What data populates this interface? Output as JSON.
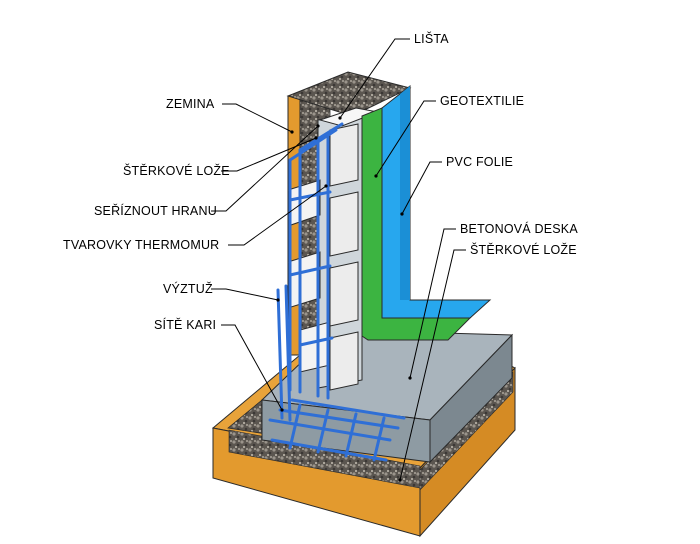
{
  "labels": {
    "lista": "LIŠTA",
    "zemina": "ZEMINA",
    "geotextilie": "GEOTEXTILIE",
    "sterkove_loze_top": "ŠTĚRKOVÉ LOŽE",
    "pvc_folie": "PVC FOLIE",
    "seriznout_hranu": "SEŘÍZNOUT HRANU",
    "betonova_deska": "BETONOVÁ DESKA",
    "tvarovky_thermomur": "TVAROVKY THERMOMUR",
    "sterkove_loze_bottom": "ŠTĚRKOVÉ LOŽE",
    "vyztuz": "VÝZTUŽ",
    "site_kari": "SÍTĚ KARI"
  },
  "colors": {
    "soil": "#e8a33a",
    "gravel": "#6f6a62",
    "concrete": "#a9b4bc",
    "block": "#f3f3f3",
    "geotextile": "#3cb441",
    "pvc_foil": "#27a7ee",
    "rebar": "#2f6fd6",
    "insulation": "#cfd6db"
  }
}
